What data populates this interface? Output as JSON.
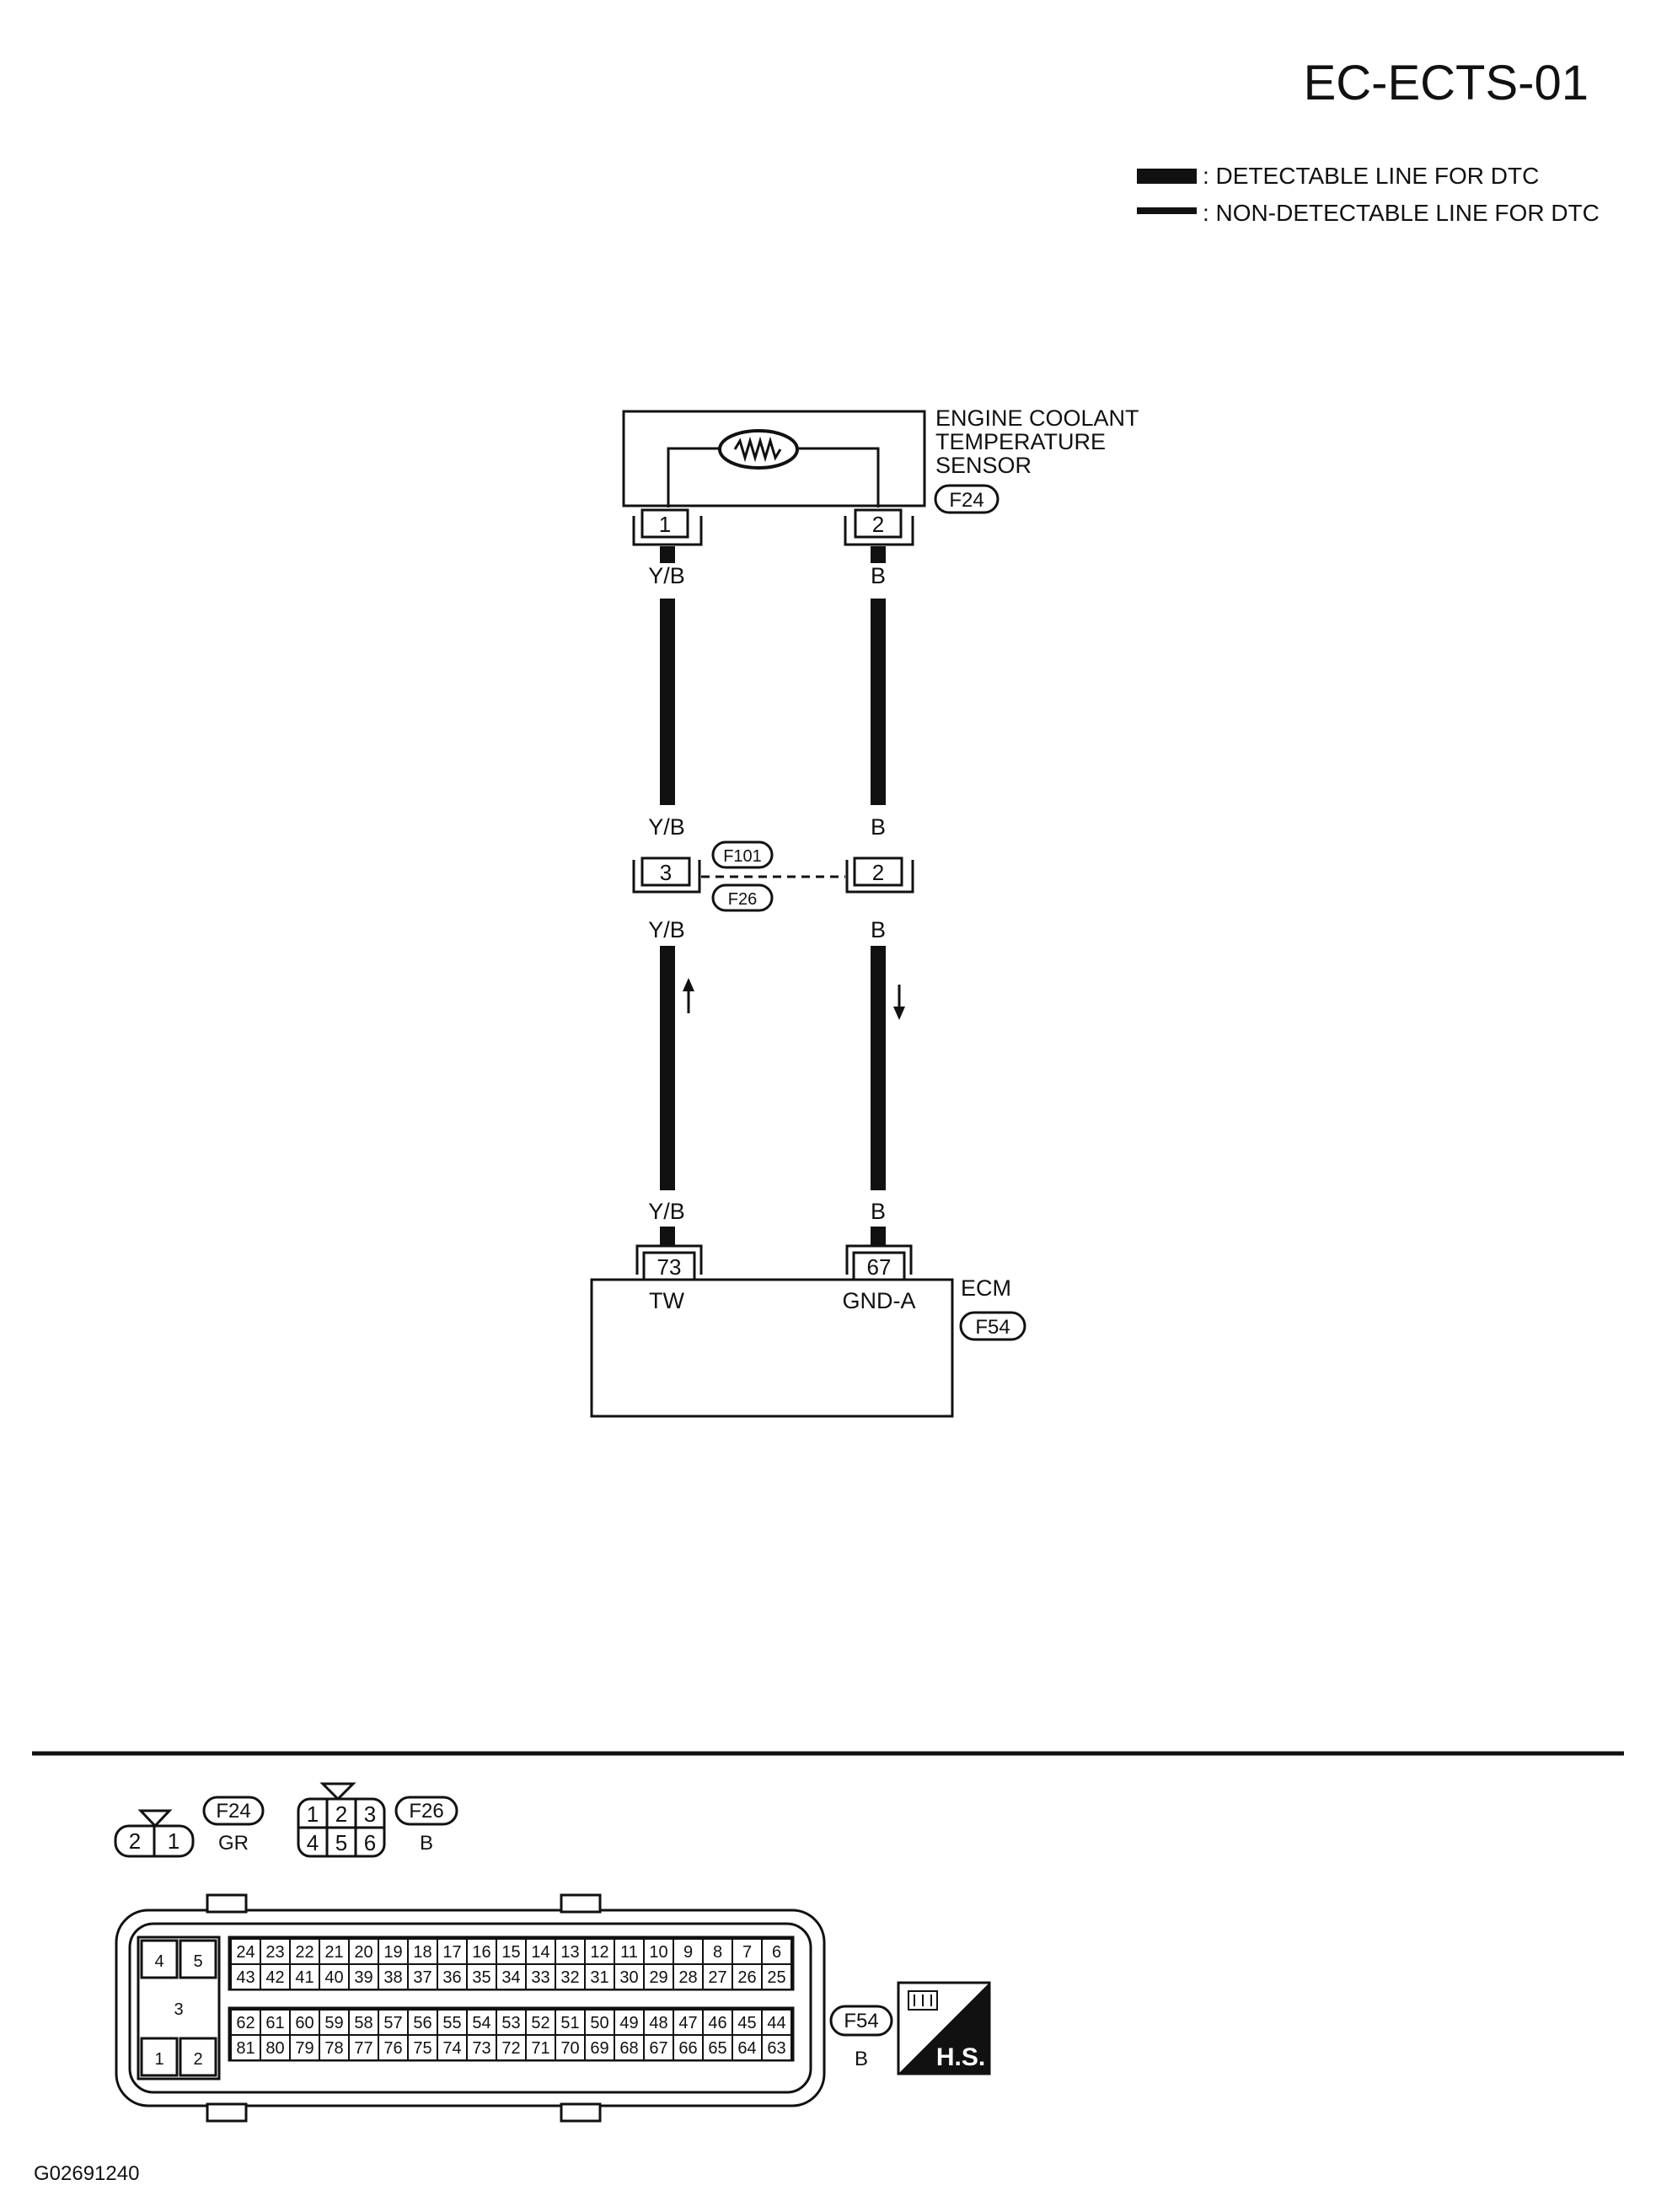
{
  "title": "EC-ECTS-01",
  "legend": {
    "detectable": ": DETECTABLE LINE FOR DTC",
    "non_detectable": ": NON-DETECTABLE LINE FOR DTC"
  },
  "sensor": {
    "name_line1": "ENGINE COOLANT",
    "name_line2": "TEMPERATURE",
    "name_line3": "SENSOR",
    "connector": "F24",
    "pin_left": "1",
    "pin_right": "2"
  },
  "wires": {
    "left_color": "Y/B",
    "right_color": "B"
  },
  "joint": {
    "connector_top": "F101",
    "connector_bottom": "F26",
    "pin_left": "3",
    "pin_right": "2"
  },
  "ecm": {
    "name": "ECM",
    "connector": "F54",
    "pin_left": "73",
    "pin_right": "67",
    "term_left": "TW",
    "term_right": "GND-A"
  },
  "connector_views": {
    "f24": {
      "id": "F24",
      "color": "GR",
      "pins": [
        "2",
        "1"
      ]
    },
    "f26": {
      "id": "F26",
      "color": "B",
      "pins_top": [
        "1",
        "2",
        "3"
      ],
      "pins_bottom": [
        "4",
        "5",
        "6"
      ]
    },
    "f54": {
      "id": "F54",
      "color": "B",
      "power_pins": [
        "4",
        "5",
        "3",
        "1",
        "2"
      ],
      "row1": [
        "24",
        "23",
        "22",
        "21",
        "20",
        "19",
        "18",
        "17",
        "16",
        "15",
        "14",
        "13",
        "12",
        "11",
        "10",
        "9",
        "8",
        "7",
        "6"
      ],
      "row2": [
        "43",
        "42",
        "41",
        "40",
        "39",
        "38",
        "37",
        "36",
        "35",
        "34",
        "33",
        "32",
        "31",
        "30",
        "29",
        "28",
        "27",
        "26",
        "25"
      ],
      "row3": [
        "62",
        "61",
        "60",
        "59",
        "58",
        "57",
        "56",
        "55",
        "54",
        "53",
        "52",
        "51",
        "50",
        "49",
        "48",
        "47",
        "46",
        "45",
        "44"
      ],
      "row4": [
        "81",
        "80",
        "79",
        "78",
        "77",
        "76",
        "75",
        "74",
        "73",
        "72",
        "71",
        "70",
        "69",
        "68",
        "67",
        "66",
        "65",
        "64",
        "63"
      ]
    }
  },
  "hs_badge": "H.S.",
  "figure_id": "G02691240"
}
